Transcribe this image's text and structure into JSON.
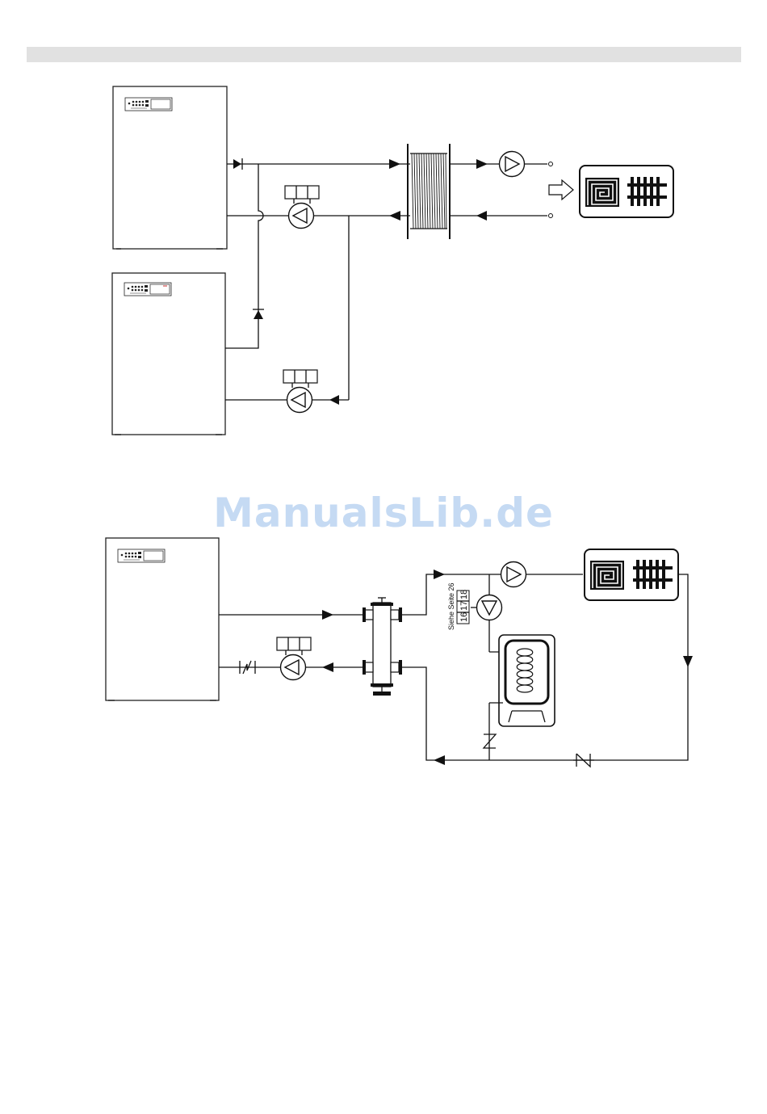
{
  "page": {
    "watermark": "ManualsLib.de"
  },
  "diagram": {
    "side_note": "Siehe Seite 26",
    "terminal_labels": [
      "16",
      "17",
      "18"
    ]
  },
  "colors": {
    "header_bar": "#e1e1e1",
    "line": "#111111",
    "watermark": "#c5daf3"
  },
  "icons": [
    "boiler",
    "circulation-pump",
    "pump-motor-head",
    "check-valve",
    "plate-heat-exchanger",
    "floor-heating-icon",
    "radiator-icon",
    "hydraulic-separator",
    "hot-water-cylinder",
    "outlined-arrow"
  ]
}
